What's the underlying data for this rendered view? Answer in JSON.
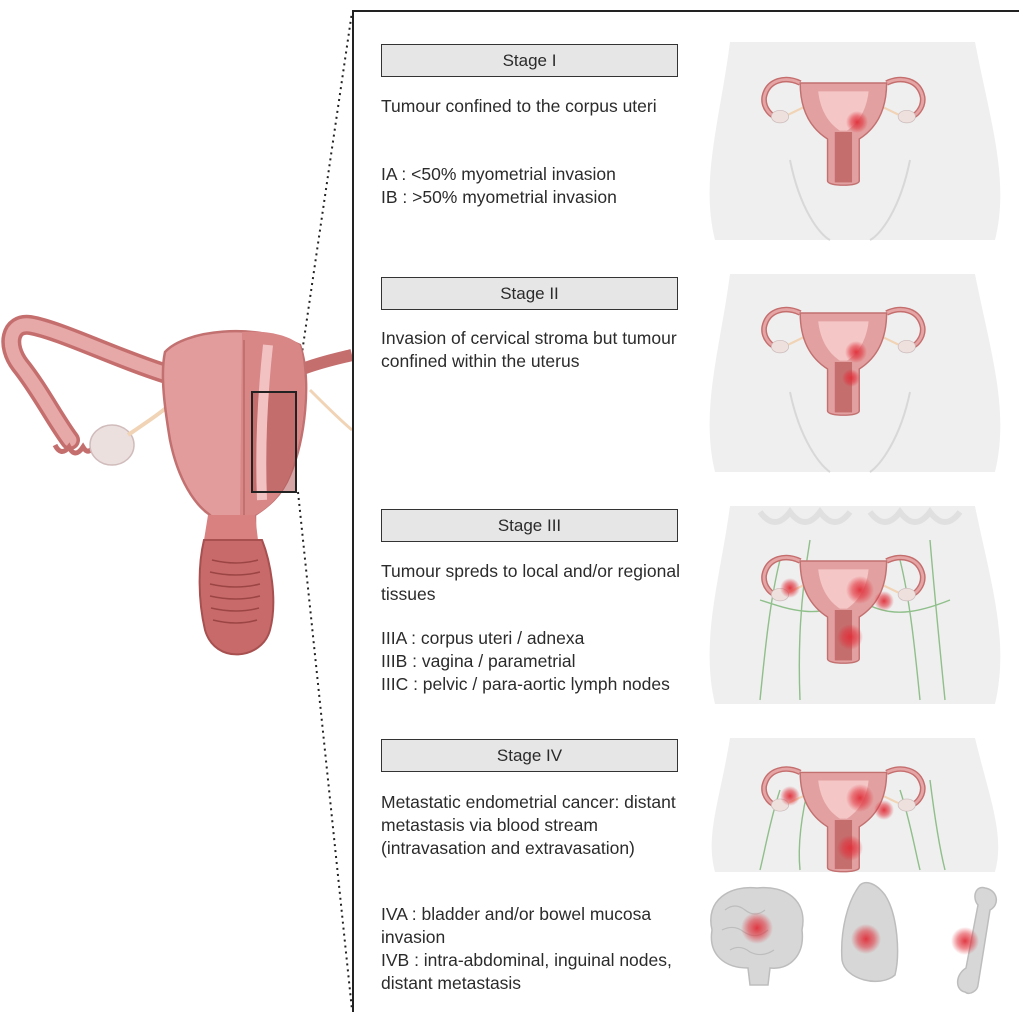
{
  "stages": [
    {
      "title": "Stage I",
      "description": "Tumour confined to the corpus uteri",
      "substages": "IA : <50% myometrial invasion\nIB : >50% myometrial invasion"
    },
    {
      "title": "Stage II",
      "description": "Invasion of cervical stroma but tumour confined within the uterus",
      "substages": ""
    },
    {
      "title": "Stage III",
      "description": "Tumour spreds to local and/or regional tissues",
      "substages": "IIIA : corpus uteri / adnexa\nIIIB : vagina / parametrial\nIIIC : pelvic / para-aortic lymph nodes"
    },
    {
      "title": "Stage IV",
      "description": "Metastatic endometrial cancer: distant metastasis via blood stream (intravasation and extravasation)",
      "substages": "IVA : bladder and/or bowel mucosa invasion\nIVB : intra-abdominal, inguinal nodes, distant metastasis"
    }
  ],
  "colors": {
    "uterus": "#d98a8a",
    "uterus_dark": "#b35a5a",
    "uterus_inner": "#c56e6e",
    "ovary": "#ede0dd",
    "body": "#efefef",
    "tumour": "#e0303a",
    "stage_box": "#e6e6e6",
    "lymph": "#8fbf8a"
  },
  "icons": [
    "uterus-anatomy-illustration",
    "brain-icon",
    "lung-icon",
    "bone-icon"
  ]
}
